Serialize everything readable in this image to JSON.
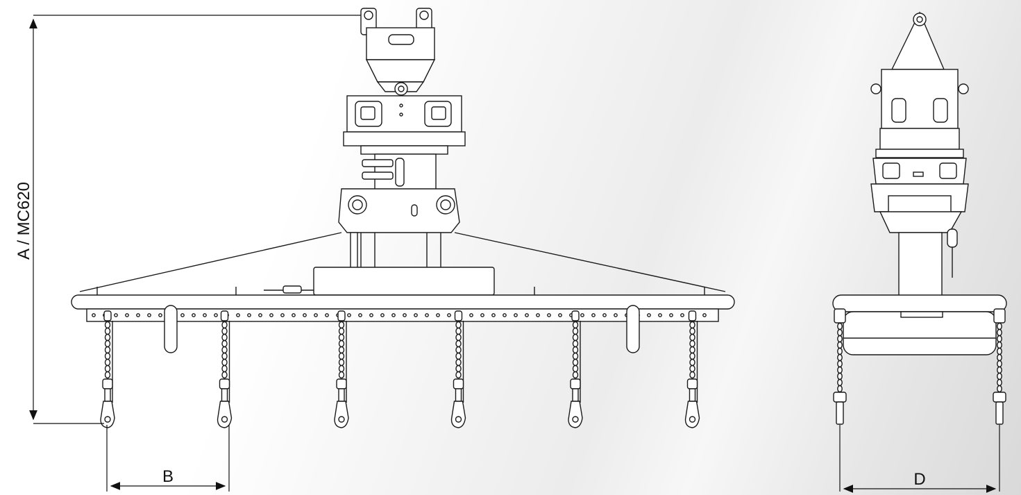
{
  "dimensions": {
    "height_label": "A / MC620",
    "spacing_label": "B",
    "width_label": "D"
  },
  "colors": {
    "line": "#1a1a1a",
    "fill": "#ffffff"
  },
  "front_view": {
    "hook_count": 6
  },
  "side_view": {
    "chain_count": 2
  }
}
